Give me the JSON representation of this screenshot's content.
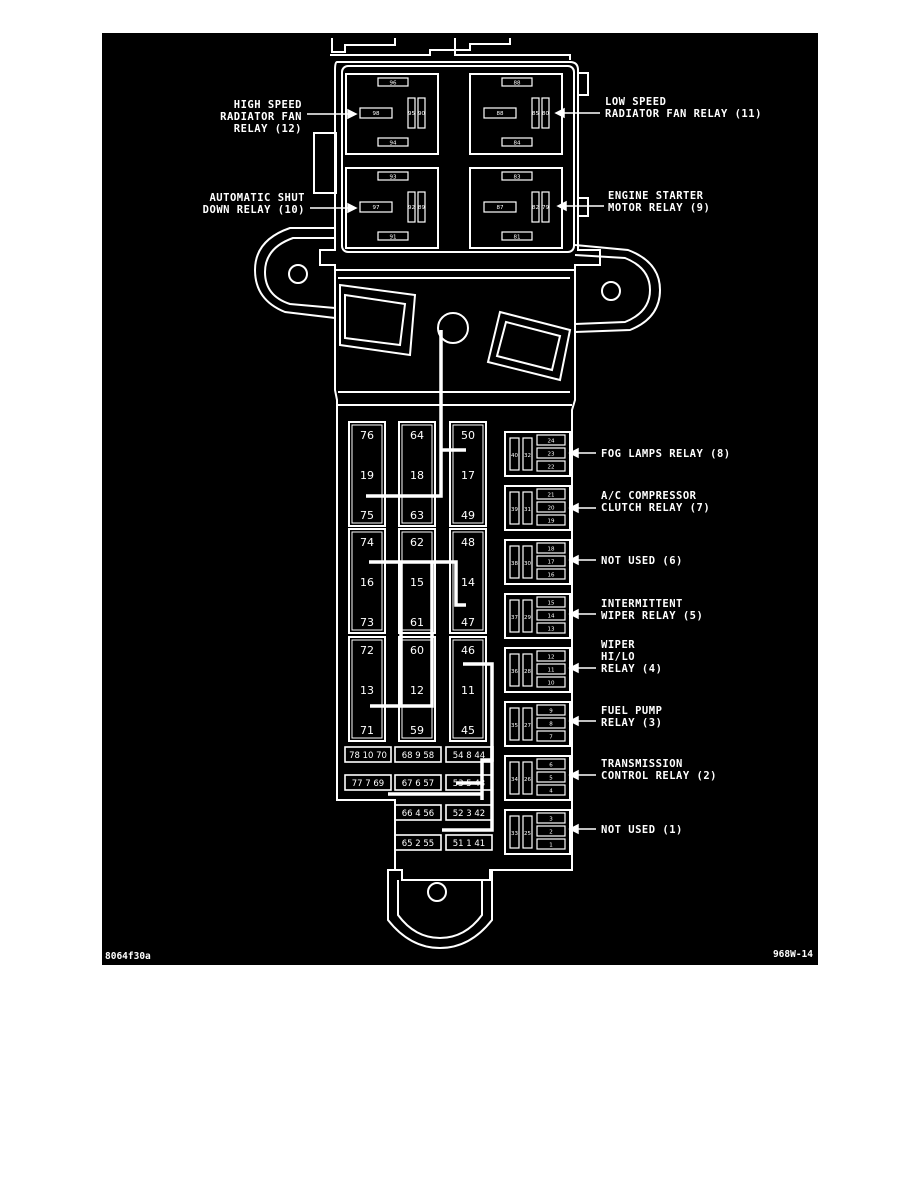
{
  "labels": {
    "high_speed": [
      "HIGH SPEED",
      "RADIATOR FAN",
      "RELAY (12)"
    ],
    "low_speed": [
      "LOW SPEED",
      "RADIATOR FAN RELAY (11)"
    ],
    "asd": [
      "AUTOMATIC SHUT",
      "DOWN RELAY (10)"
    ],
    "starter": [
      "ENGINE STARTER",
      "MOTOR RELAY (9)"
    ],
    "fog": [
      "FOG LAMPS RELAY (8)"
    ],
    "ac": [
      "A/C COMPRESSOR",
      "CLUTCH RELAY (7)"
    ],
    "nu6": [
      "NOT USED (6)"
    ],
    "wiper_int": [
      "INTERMITTENT",
      "WIPER RELAY (5)"
    ],
    "wiper_hilo": [
      "WIPER",
      "HI/LO",
      "RELAY (4)"
    ],
    "fuel": [
      "FUEL PUMP",
      "RELAY (3)"
    ],
    "trans": [
      "TRANSMISSION",
      "CONTROL RELAY (2)"
    ],
    "nu1": [
      "NOT USED (1)"
    ]
  },
  "codes": {
    "left": "8064f30a",
    "right": "968W-14"
  },
  "big_relays": [
    {
      "top": "96",
      "left": "98",
      "m1": "95",
      "m2": "90",
      "bottom": "94"
    },
    {
      "top": "88",
      "left": "88",
      "m1": "85",
      "m2": "80",
      "bottom": "84"
    },
    {
      "top": "93",
      "left": "97",
      "m1": "92",
      "m2": "89",
      "bottom": "91"
    },
    {
      "top": "83",
      "left": "87",
      "m1": "82",
      "m2": "79",
      "bottom": "81"
    }
  ],
  "fuses": [
    [
      "76",
      "19",
      "75"
    ],
    [
      "64",
      "18",
      "63"
    ],
    [
      "50",
      "17",
      "49"
    ],
    [
      "74",
      "16",
      "73"
    ],
    [
      "62",
      "15",
      "61"
    ],
    [
      "48",
      "14",
      "47"
    ],
    [
      "72",
      "13",
      "71"
    ],
    [
      "60",
      "12",
      "59"
    ],
    [
      "46",
      "11",
      "45"
    ]
  ],
  "small_fuses": [
    [
      "78 10 70",
      "68 9 58",
      "54 8 44"
    ],
    [
      "77 7 69",
      "67 6 57",
      "53 5 43"
    ],
    [
      "66 4 56",
      "52 3 42"
    ],
    [
      "65 2 55",
      "51 1 41"
    ]
  ],
  "mini_relays": [
    {
      "a": "40",
      "b": "32",
      "p": [
        "24",
        "23",
        "22"
      ]
    },
    {
      "a": "39",
      "b": "31",
      "p": [
        "21",
        "20",
        "19"
      ]
    },
    {
      "a": "38",
      "b": "30",
      "p": [
        "18",
        "17",
        "16"
      ]
    },
    {
      "a": "37",
      "b": "29",
      "p": [
        "15",
        "14",
        "13"
      ]
    },
    {
      "a": "36",
      "b": "28",
      "p": [
        "12",
        "11",
        "10"
      ]
    },
    {
      "a": "35",
      "b": "27",
      "p": [
        "9",
        "8",
        "7"
      ]
    },
    {
      "a": "34",
      "b": "26",
      "p": [
        "6",
        "5",
        "4"
      ]
    },
    {
      "a": "33",
      "b": "25",
      "p": [
        "3",
        "2",
        "1"
      ]
    }
  ]
}
